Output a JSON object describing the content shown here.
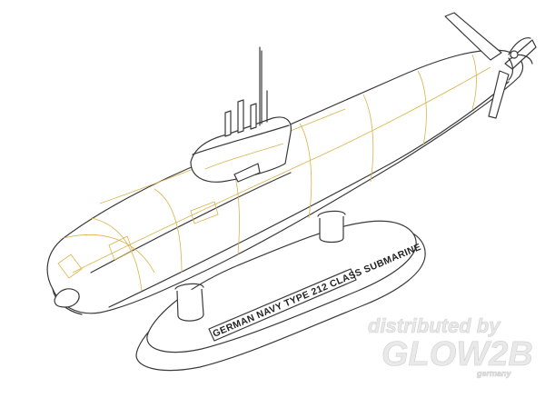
{
  "model": {
    "plaque_text": "GERMAN NAVY TYPE 212 CLASS SUBMARINE"
  },
  "watermark": {
    "line1": "distributed by",
    "brand": "GLOW2B",
    "line3": "germany"
  },
  "colors": {
    "outline": "#3a3a3a",
    "panel_lines": "#d9b24a",
    "watermark": "#cfcfcf",
    "background": "#ffffff"
  }
}
